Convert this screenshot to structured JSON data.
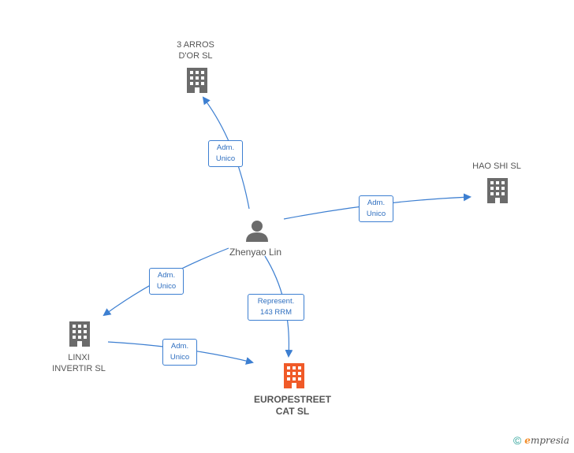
{
  "nodes": {
    "arros": {
      "label": "3 ARROS\nD'OR  SL",
      "kind": "company"
    },
    "haoshi": {
      "label": "HAO SHI  SL",
      "kind": "company"
    },
    "person": {
      "label": "Zhenyao Lin",
      "kind": "person"
    },
    "linxi": {
      "label": "LINXI\nINVERTIR  SL",
      "kind": "company"
    },
    "europe": {
      "label": "EUROPESTREET\nCAT  SL",
      "kind": "company-main"
    }
  },
  "edges": {
    "to_arros": {
      "label": "Adm.\nUnico"
    },
    "to_haoshi": {
      "label": "Adm.\nUnico"
    },
    "to_linxi": {
      "label": "Adm.\nUnico"
    },
    "to_europe": {
      "label": "Represent.\n143 RRM"
    },
    "linxi_europe": {
      "label": "Adm.\nUnico"
    }
  },
  "colors": {
    "edge": "#3d7fd1",
    "company_icon": "#6b6b6b",
    "main_icon": "#f05a28",
    "person_icon": "#6b6b6b"
  },
  "footer": {
    "copyright_symbol": "©",
    "brand_first": "e",
    "brand_rest": "mpresia"
  }
}
